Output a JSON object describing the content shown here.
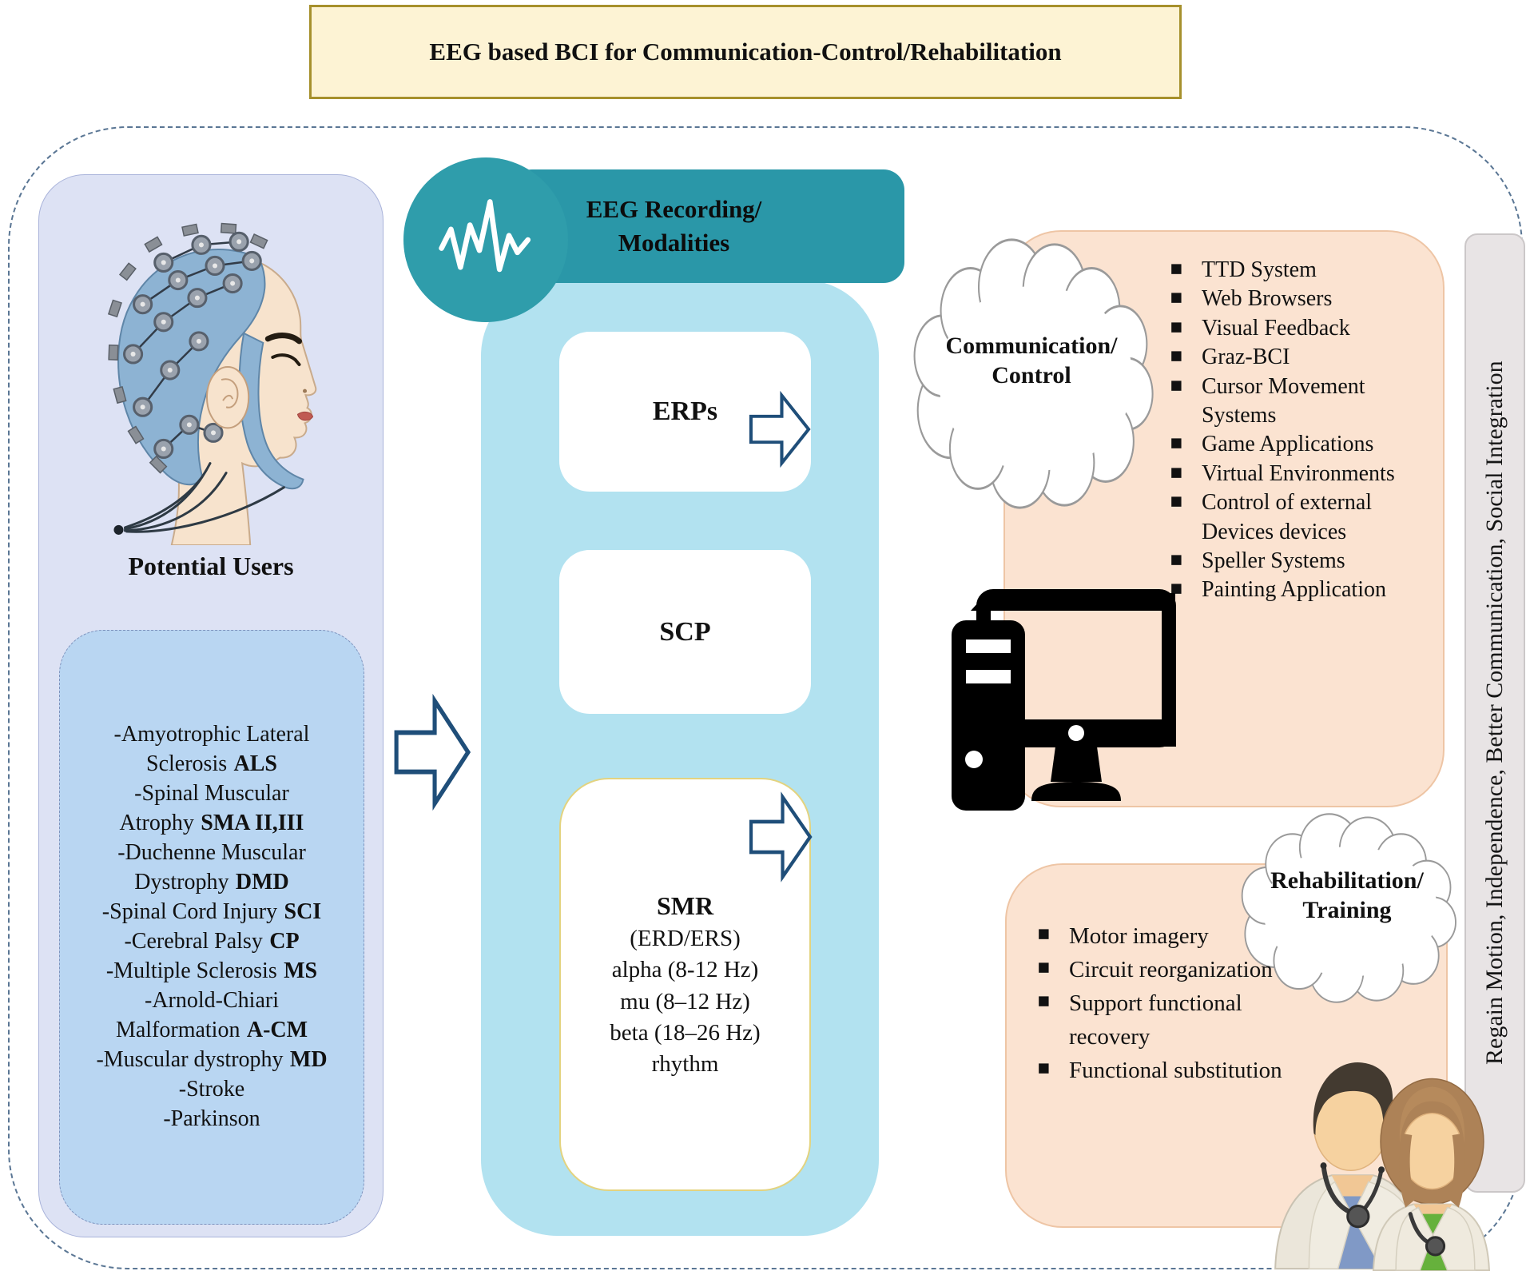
{
  "banner": {
    "title": "EEG based BCI for Communication-Control/Rehabilitation"
  },
  "potential_users": {
    "heading": "Potential Users",
    "items": [
      {
        "text": "-Amyotrophic Lateral Sclerosis",
        "abbr": "ALS"
      },
      {
        "text": "-Spinal Muscular Atrophy",
        "abbr": "SMA II,III"
      },
      {
        "text": "-Duchenne Muscular Dystrophy",
        "abbr": "DMD"
      },
      {
        "text": "-Spinal Cord Injury",
        "abbr": "SCI"
      },
      {
        "text": "-Cerebral Palsy",
        "abbr": "CP"
      },
      {
        "text": "-Multiple Sclerosis",
        "abbr": "MS"
      },
      {
        "text": "-Arnold-Chiari Malformation",
        "abbr": "A-CM"
      },
      {
        "text": "-Muscular dystrophy",
        "abbr": "MD"
      },
      {
        "text": "-Stroke",
        "abbr": ""
      },
      {
        "text": "-Parkinson",
        "abbr": ""
      }
    ]
  },
  "modalities": {
    "header_line1": "EEG Recording/",
    "header_line2": "Modalities",
    "erp_label": "ERPs",
    "scp_label": "SCP",
    "smr": {
      "title": "SMR",
      "lines": [
        "(ERD/ERS)",
        "alpha (8-12 Hz)",
        "mu (8–12 Hz)",
        "beta (18–26 Hz)",
        "rhythm"
      ]
    }
  },
  "communication": {
    "cloud_line1": "Communication/",
    "cloud_line2": "Control",
    "items": [
      "TTD System",
      "Web Browsers",
      "Visual Feedback",
      "Graz-BCI",
      "Cursor Movement Systems",
      "Game Applications",
      "Virtual Environments",
      "Control of external Devices devices",
      "Speller Systems",
      "Painting Application"
    ]
  },
  "rehabilitation": {
    "cloud_line1": "Rehabilitation/",
    "cloud_line2": "Training",
    "items": [
      "Motor imagery",
      "Circuit reorganization",
      "Support functional recovery",
      "Functional substitution"
    ]
  },
  "outcome_bar": {
    "text": "Regain Motion, Independence, Better Communication, Social Integration"
  },
  "icons": {
    "modalities_icon": "eeg-waveform-icon",
    "users_icon": "eeg-cap-head-illustration",
    "communication_icon": "desktop-computer-icon",
    "rehabilitation_icon": "doctors-illustration",
    "list_bullet": "▪"
  },
  "colors": {
    "banner-bg": "#fdf3d4",
    "banner-border": "#a6902c",
    "lavender": "#dde2f4",
    "inner-blue": "#b9d6f2",
    "column-blue": "#b2e2f0",
    "teal": "#2a97a8",
    "teal-circle": "#2f9dab",
    "peach": "#fbe3d1",
    "peach-border": "#eec5a5",
    "smr-border": "#e3d37f",
    "arrow-stroke": "#1f4e79"
  }
}
